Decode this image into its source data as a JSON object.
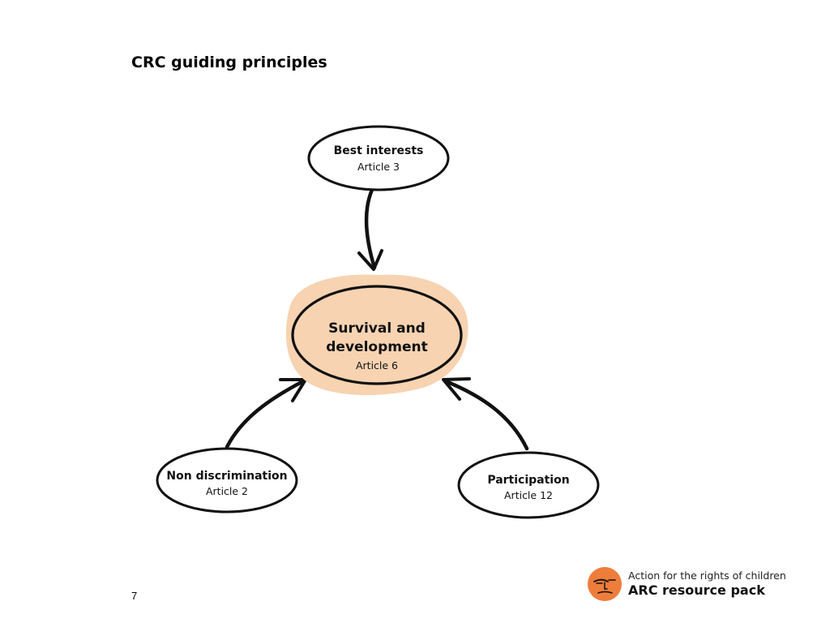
{
  "title": "CRC guiding principles",
  "diagram": {
    "center": {
      "title_line1": "Survival and",
      "title_line2": "development",
      "subtitle": "Article 6"
    },
    "top": {
      "title": "Best interests",
      "subtitle": "Article 3"
    },
    "left": {
      "title": "Non discrimination",
      "subtitle": "Article 2"
    },
    "right": {
      "title": "Participation",
      "subtitle": "Article 12"
    },
    "colors": {
      "center_fill": "#F7D3B1",
      "stroke": "#111111",
      "node_fill": "#FFFFFF"
    }
  },
  "page_number": "7",
  "logo": {
    "tagline": "Action for the rights of children",
    "name": "ARC resource pack",
    "color": "#EE7D3B"
  }
}
